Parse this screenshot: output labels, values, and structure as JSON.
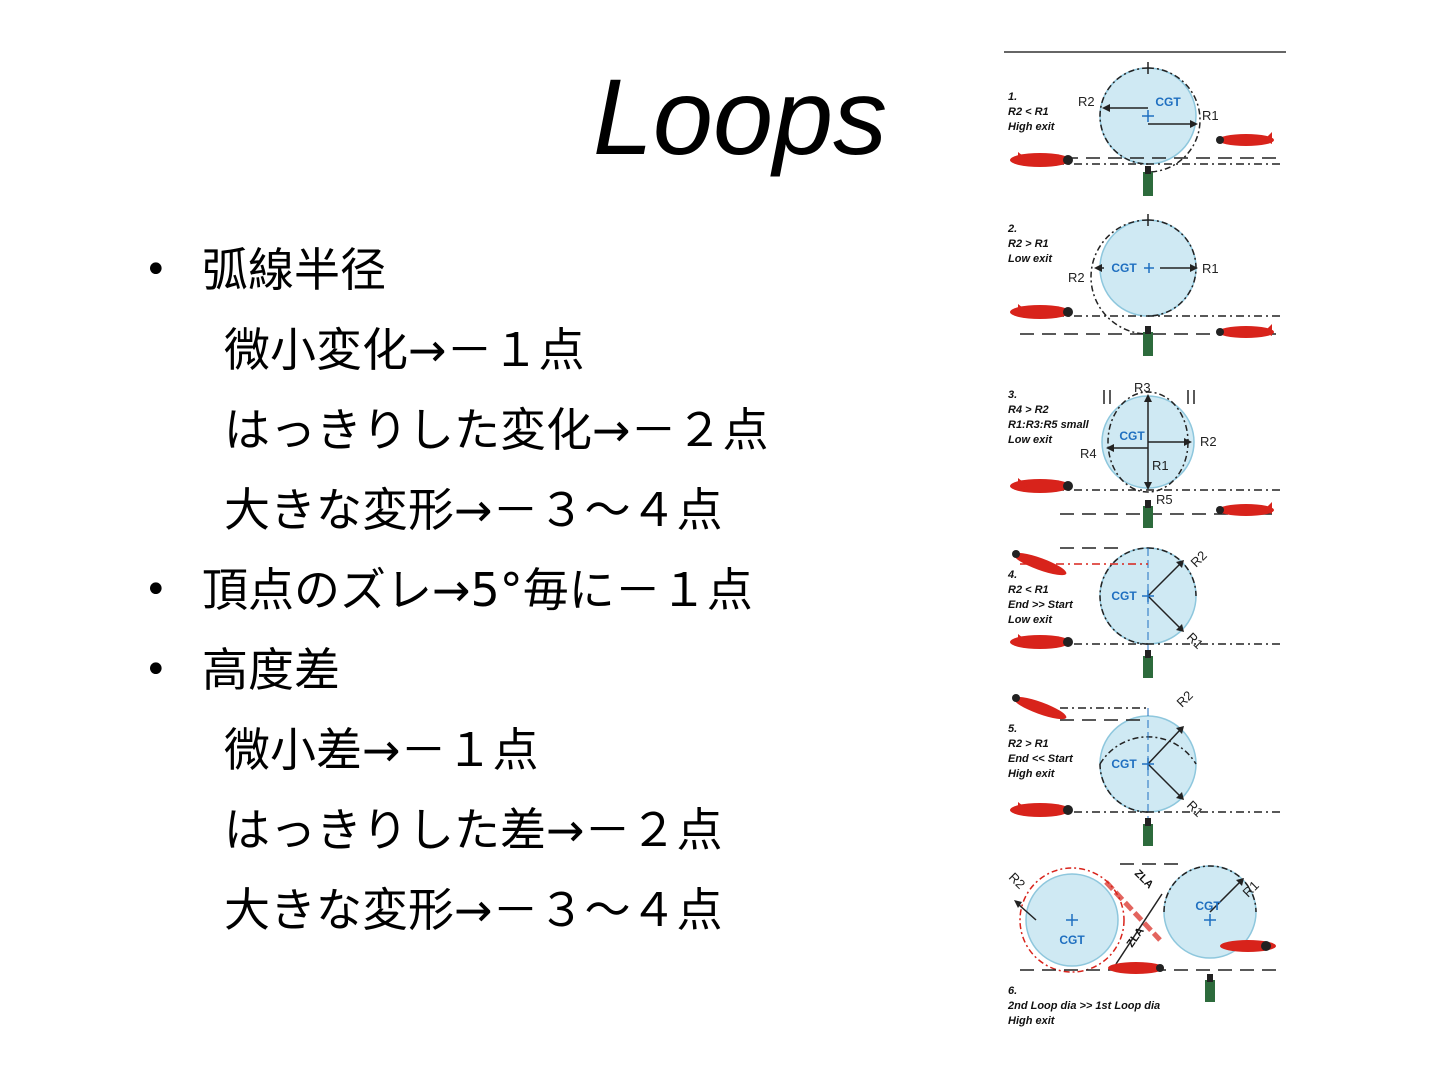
{
  "slide": {
    "title": "Loops",
    "items": [
      {
        "kind": "bullet",
        "text": "弧線半径"
      },
      {
        "kind": "sub",
        "text": "微小変化→－１点"
      },
      {
        "kind": "sub",
        "text": "はっきりした変化→－２点"
      },
      {
        "kind": "sub",
        "text": "大きな変形→－３～４点"
      },
      {
        "kind": "bullet",
        "text": "頂点のズレ→5°毎に－１点"
      },
      {
        "kind": "bullet",
        "text": "高度差"
      },
      {
        "kind": "sub",
        "text": "微小差→－１点"
      },
      {
        "kind": "sub",
        "text": "はっきりした差→－２点"
      },
      {
        "kind": "sub",
        "text": "大きな変形→－３～４点"
      }
    ]
  },
  "diagram": {
    "cgt": "CGT",
    "zla": "ZLA",
    "colors": {
      "circle_fill": "#cfe9f3",
      "circle_stroke": "#8ec7dd",
      "aircraft": "#d8231b",
      "cgt_text": "#1f6fc0"
    },
    "panels": [
      {
        "lines": [
          "1.",
          "R2 < R1",
          "High exit"
        ],
        "r_labels": [
          "R2",
          "R1"
        ]
      },
      {
        "lines": [
          "2.",
          "R2 > R1",
          "Low exit"
        ],
        "r_labels": [
          "R2",
          "R1"
        ]
      },
      {
        "lines": [
          "3.",
          "R4 > R2",
          "R1:R3:R5 small",
          "Low exit"
        ],
        "r_labels": [
          "R3",
          "R2",
          "R4",
          "R1",
          "R5"
        ]
      },
      {
        "lines": [
          "4.",
          "R2 < R1",
          "End >> Start",
          "Low exit"
        ],
        "r_labels": [
          "R2",
          "R1"
        ]
      },
      {
        "lines": [
          "5.",
          "R2 > R1",
          "End << Start",
          "High exit"
        ],
        "r_labels": [
          "R2",
          "R1"
        ]
      },
      {
        "lines": [
          "6.",
          "2nd Loop dia >> 1st Loop dia",
          "High exit"
        ],
        "r_labels": [
          "R2",
          "R1"
        ]
      }
    ]
  }
}
